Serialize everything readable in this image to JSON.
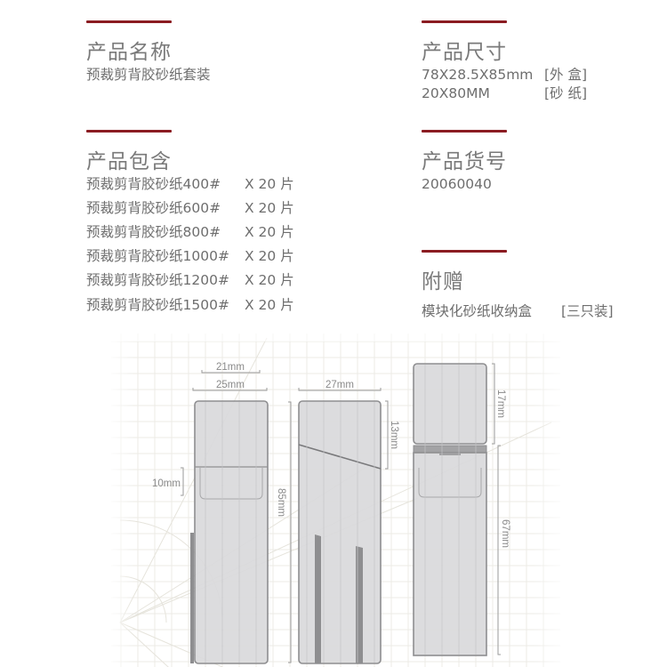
{
  "accent_color": "#8b1c22",
  "text_color": "#6e6e6e",
  "product_name": {
    "title": "产品名称",
    "value": "预裁剪背胶砂纸套装"
  },
  "product_size": {
    "title": "产品尺寸",
    "rows": [
      {
        "value": "78X28.5X85mm",
        "tag": "[外 盒]"
      },
      {
        "value": "20X80MM",
        "tag": "[砂 纸]"
      }
    ]
  },
  "product_contents": {
    "title": "产品包含",
    "items": [
      {
        "name": "预裁剪背胶砂纸400#",
        "qty": "X 20 片"
      },
      {
        "name": "预裁剪背胶砂纸600#",
        "qty": "X 20 片"
      },
      {
        "name": "预裁剪背胶砂纸800#",
        "qty": "X 20 片"
      },
      {
        "name": "预裁剪背胶砂纸1000#",
        "qty": "X 20 片"
      },
      {
        "name": "预裁剪背胶砂纸1200#",
        "qty": "X 20 片"
      },
      {
        "name": "预裁剪背胶砂纸1500#",
        "qty": "X 20 片"
      }
    ]
  },
  "product_code": {
    "title": "产品货号",
    "value": "20060040"
  },
  "gift": {
    "title": "附赠",
    "value": "模块化砂纸收纳盒",
    "tag": "[三只装]"
  },
  "drawing": {
    "dimensions": {
      "top_inner_width": "21mm",
      "top_outer_width": "25mm",
      "side_width": "27mm",
      "slant_height": "13mm",
      "lid_height": "17mm",
      "window_height": "10mm",
      "total_height": "85mm",
      "body_height": "67mm"
    }
  }
}
